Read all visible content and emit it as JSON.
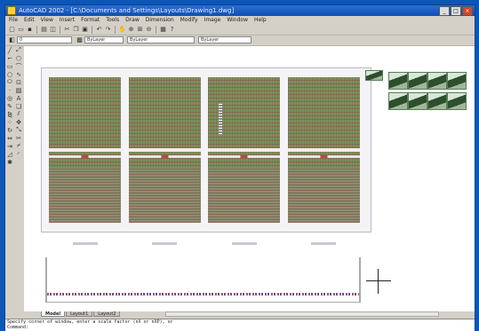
{
  "window": {
    "title": "AutoCAD 2002 - [C:\\Documents and Settings\\Layouts\\Drawing1.dwg]"
  },
  "menu": [
    "File",
    "Edit",
    "View",
    "Insert",
    "Format",
    "Tools",
    "Draw",
    "Dimension",
    "Modify",
    "Image",
    "Window",
    "Help"
  ],
  "toolbar": {
    "row1": [
      "new-icon",
      "open-icon",
      "save-icon",
      "print-icon",
      "preview-icon",
      "cut-icon",
      "copy-icon",
      "paste-icon",
      "undo-icon",
      "redo-icon",
      "pan-icon",
      "zoom-icon",
      "zoom-window-icon",
      "zoom-previous-icon",
      "properties-icon",
      "help-icon"
    ],
    "layer_dropdown": "0",
    "color_dropdown": "ByLayer",
    "linetype_dropdown": "ByLayer",
    "lineweight_dropdown": "ByLayer"
  },
  "draw_tools": [
    "line-icon",
    "construction-line-icon",
    "polyline-icon",
    "polygon-icon",
    "rectangle-icon",
    "arc-icon",
    "circle-icon",
    "spline-icon",
    "ellipse-icon",
    "insert-block-icon",
    "point-icon",
    "hatch-icon",
    "region-icon",
    "text-icon",
    "erase-icon",
    "copy-object-icon",
    "mirror-icon",
    "offset-icon",
    "array-icon",
    "move-icon",
    "rotate-icon",
    "scale-icon",
    "stretch-icon",
    "trim-icon",
    "extend-icon",
    "break-icon",
    "chamfer-icon",
    "fillet-icon",
    "explode-icon"
  ],
  "tabs": [
    "Model",
    "Layout1",
    "Layout2"
  ],
  "command_line": {
    "line1": "Specify corner of window, enter a scale factor (nX or nXP), or",
    "line2": "Command:"
  },
  "colors": {
    "titlebar": "#1a5fc8",
    "chrome": "#d4d0c8",
    "panel_fill": "#7f8f5c"
  }
}
